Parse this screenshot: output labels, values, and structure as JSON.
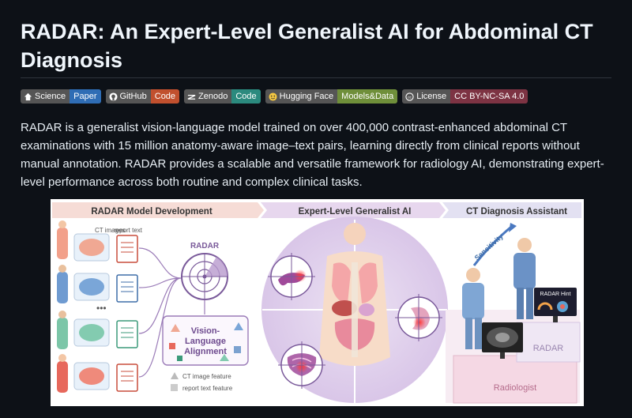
{
  "title": "RADAR: An Expert-Level Generalist AI for Abdominal CT Diagnosis",
  "badges": [
    {
      "label": "Science",
      "message": "Paper",
      "icon": "science-icon",
      "color": "#2f6db5"
    },
    {
      "label": "GitHub",
      "message": "Code",
      "icon": "github-icon",
      "color": "#c1502e"
    },
    {
      "label": "Zenodo",
      "message": "Code",
      "icon": "zenodo-icon",
      "color": "#2b8a7e"
    },
    {
      "label": "Hugging Face",
      "message": "Models&Data",
      "icon": "hugging-face-icon",
      "color": "#6f8f3a"
    },
    {
      "label": "License",
      "message": "CC BY-NC-SA 4.0",
      "icon": "cc-icon",
      "color": "#7d3343"
    }
  ],
  "description": "RADAR is a generalist vision-language model trained on over 400,000 contrast-enhanced abdominal CT examinations with 15 million anatomy-aware image–text pairs, learning directly from clinical reports without manual annotation. RADAR provides a scalable and versatile framework for radiology AI, demonstrating expert-level performance across both routine and complex clinical tasks.",
  "figure": {
    "panel1": "RADAR Model Development",
    "panel2": "Expert-Level Generalist AI",
    "panel3": "CT Diagnosis Assistant",
    "ct_images": "CT images",
    "report_text": "report text",
    "radar_label": "RADAR",
    "vla_line1": "Vision-",
    "vla_line2": "Language",
    "vla_line3": "Alignment",
    "legend_ct": "CT image feature",
    "legend_report": "report text feature",
    "sensitivity": "Sensitivity",
    "radar_hint": "RADAR Hint",
    "radar_box": "RADAR",
    "radiologist": "Radiologist"
  }
}
